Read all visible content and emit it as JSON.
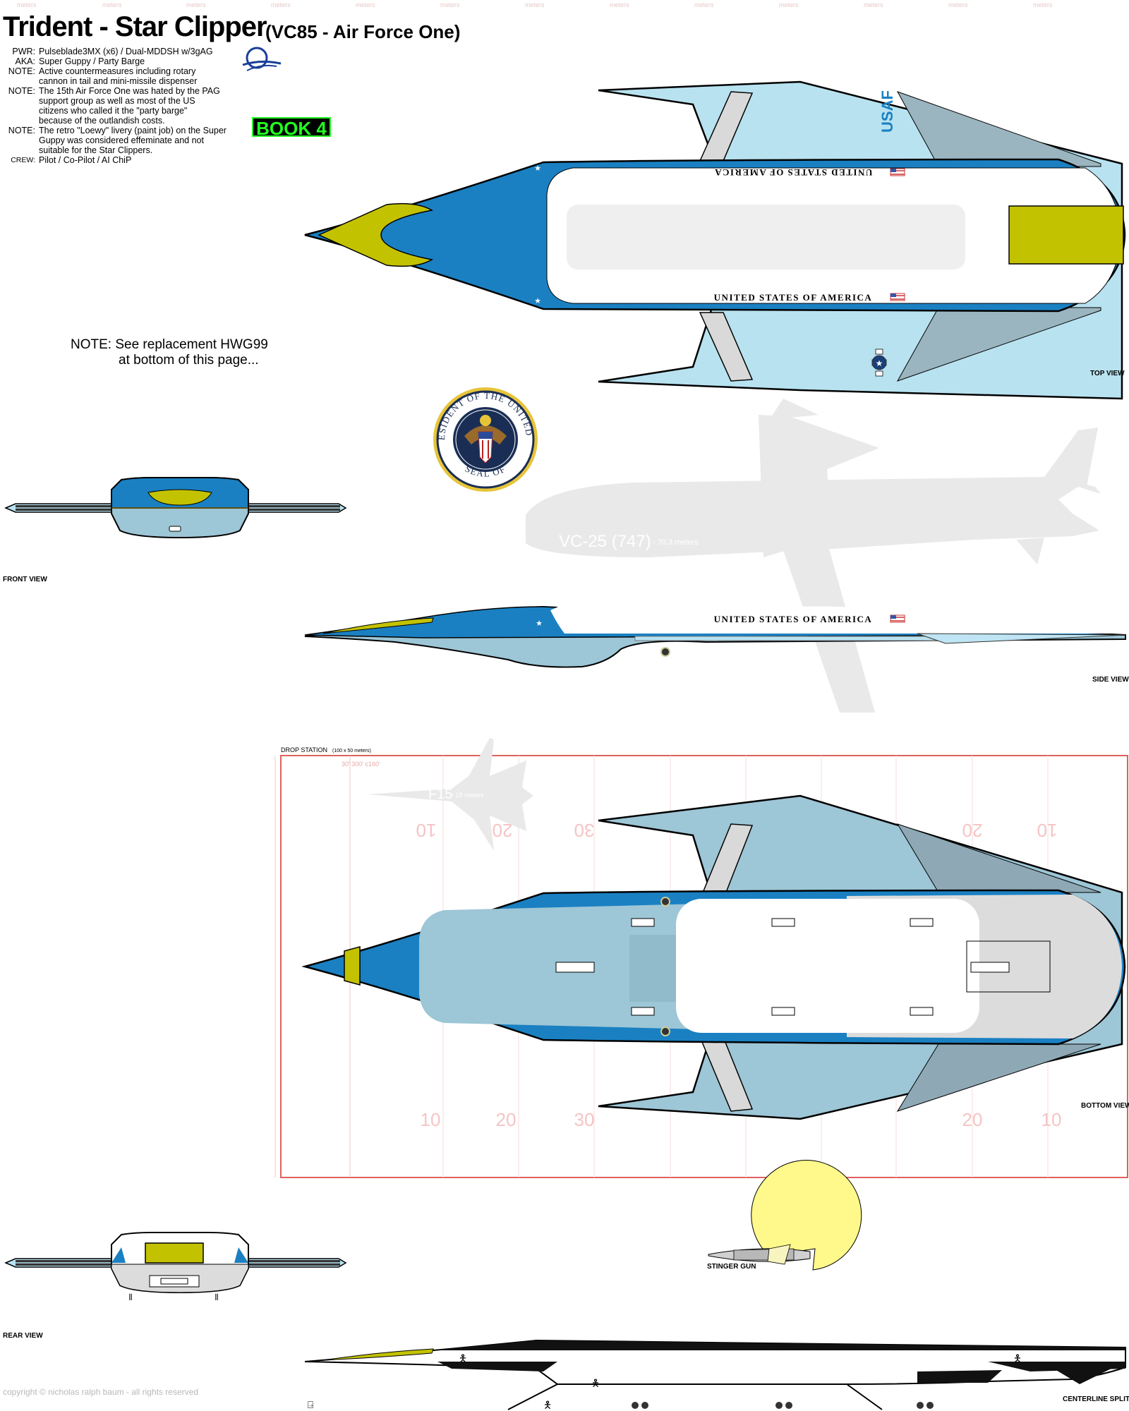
{
  "header": {
    "title": "Trident - Star Clipper",
    "subtitle": "(VC85 - Air Force One)"
  },
  "specs": [
    {
      "label": "PWR:",
      "value": "Pulseblade3MX (x6) / Dual-MDDSH w/3gAG"
    },
    {
      "label": "AKA:",
      "value": "Super Guppy / Party Barge"
    },
    {
      "label": "NOTE:",
      "value": "Active countermeasures including rotary cannon in tail and mini-missile dispenser"
    },
    {
      "label": "NOTE:",
      "value": "The 15th Air Force One was hated by the PAG support group as well as most of the US citizens who called it the \"party barge\" because of the outlandish costs."
    },
    {
      "label": "NOTE:",
      "value": "The retro \"Loewy\" livery (paint job) on the Super Guppy was considered effeminate and not suitable for the Star Clippers."
    },
    {
      "label": "CREW:",
      "value": "Pilot / Co-Pilot / AI ChiP"
    }
  ],
  "book_badge": "BOOK 4",
  "note_replacement": {
    "prefix": "NOTE:",
    "line1": "See replacement HWG99",
    "line2": "at bottom of this page..."
  },
  "livery": {
    "usaf": "USAF",
    "usa_text": "UNITED STATES OF AMERICA"
  },
  "seal": {
    "top_text": "THE PRESIDENT OF THE UNITED STATES",
    "bottom_text": "SEAL OF"
  },
  "reference": {
    "vc25_name": "VC-25 (747)",
    "vc25_length": "- 70.3 meters",
    "f15_name": "F15",
    "f15_length": "- 19 meters",
    "drop_station_label": "DROP STATION",
    "drop_station_size": "(100 x 50 meters)",
    "drop_station_top_marks": "30' 300' c160'",
    "ruler_top_label": "meters"
  },
  "field_numbers": {
    "top": [
      "10",
      "20",
      "30",
      "20",
      "10"
    ],
    "bottom": [
      "10",
      "20",
      "30",
      "20",
      "10"
    ]
  },
  "callouts": {
    "stinger_gun": "STINGER GUN"
  },
  "view_labels": {
    "top": "TOP VIEW",
    "front": "FRONT VIEW",
    "side": "SIDE VIEW",
    "bottom": "BOTTOM VIEW",
    "rear": "REAR VIEW",
    "centerline": "CENTERLINE SPLIT"
  },
  "copyright": "copyright © nicholas ralph baum - all rights reserved",
  "colors": {
    "dark_blue": "#1a80c2",
    "light_blue": "#b8e2f0",
    "bottom_blue": "#9dc6d6",
    "steel": "#8ea9b5",
    "canopy_yellow": "#c3c200",
    "white": "#ffffff",
    "ghost_gray": "#e9e9e9",
    "drop_station_red": "#f08080",
    "book_green": "#22ff22",
    "sun_yellow": "#fff88a"
  }
}
